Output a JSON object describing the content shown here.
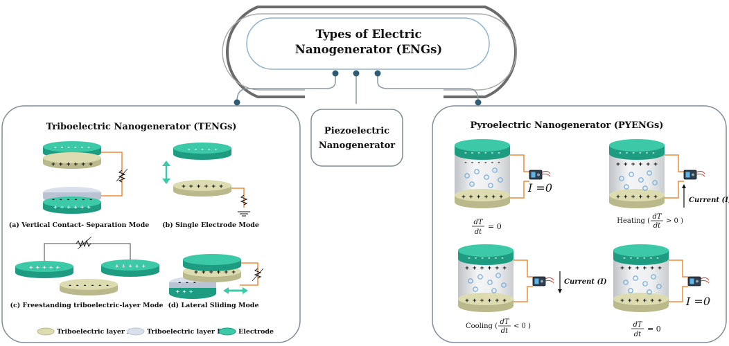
{
  "header": {
    "title_line1": "Types of Electric",
    "title_line2": "Nanogenerator (ENGs)"
  },
  "teng": {
    "title": "Triboelectric Nanogenerator (TENGs)",
    "captions": {
      "a": "(a) Vertical Contact- Separation Mode",
      "b": "(b) Single Electrode Mode",
      "c": "(c) Freestanding triboelectric-layer Mode",
      "d": "(d) Lateral Sliding Mode"
    },
    "legend": {
      "layer_a": "Triboelectric layer A",
      "layer_b": "Triboelectric layer B",
      "electrode": "Electrode"
    },
    "charges": {
      "pos6": "+ + + + + +",
      "neg6": "- - - - - -",
      "pos5": "+ + + + +",
      "neg5": "- - - - -",
      "neg3": "- - -",
      "pos3": "+ + +"
    }
  },
  "piezo": {
    "line1": "Piezoelectric",
    "line2": "Nanogenerator"
  },
  "pyeng": {
    "title": "Pyroelectric Nanogenerator (PYENGs)",
    "i_zero": "I =0",
    "current": "Current (I)",
    "dT": "dT",
    "dt": "dt",
    "eq_zero": "= 0",
    "heating_prefix": "Heating (",
    "heating_suffix": "> 0 )",
    "cooling_prefix": "Cooling (",
    "cooling_suffix": "< 0 )",
    "charges": {
      "neg": "- - - - - -",
      "pos": "+ + + + + +"
    }
  },
  "colors": {
    "electrode": "#3cc9a7",
    "electrode_dark": "#1e9c82",
    "layer_a": "#dcdcb0",
    "layer_a_dark": "#b9b98b",
    "layer_b": "#d9e0ec",
    "wire": "#f28a3a",
    "panel_border": "#7f8c96",
    "node": "#2f5c73"
  }
}
